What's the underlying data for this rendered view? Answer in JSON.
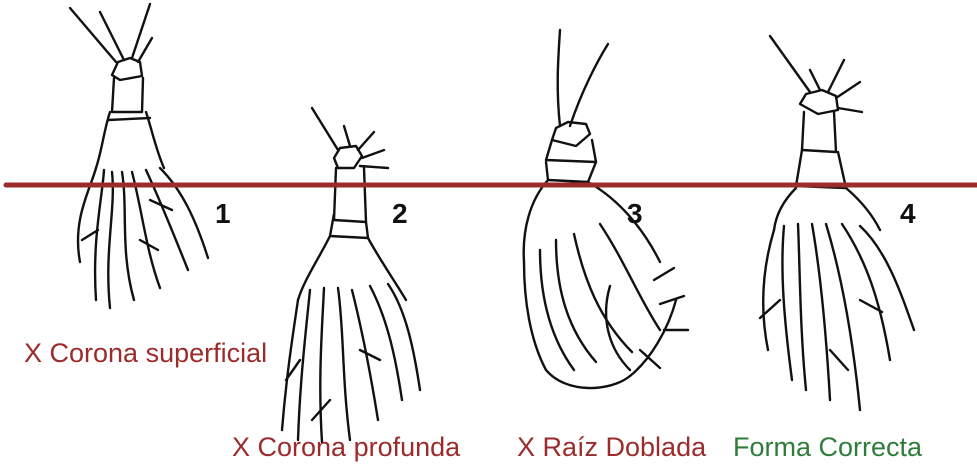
{
  "figure": {
    "line_color": "#9c2b2b",
    "plants": [
      {
        "number": "1",
        "caption": "X Corona superficial",
        "caption_color": "#9c2b2b"
      },
      {
        "number": "2",
        "caption": "X Corona profunda",
        "caption_color": "#9c2b2b"
      },
      {
        "number": "3",
        "caption": "X Raíz Doblada",
        "caption_color": "#9c2b2b"
      },
      {
        "number": "4",
        "caption": "Forma Correcta",
        "caption_color": "#2f7d3a"
      }
    ]
  }
}
